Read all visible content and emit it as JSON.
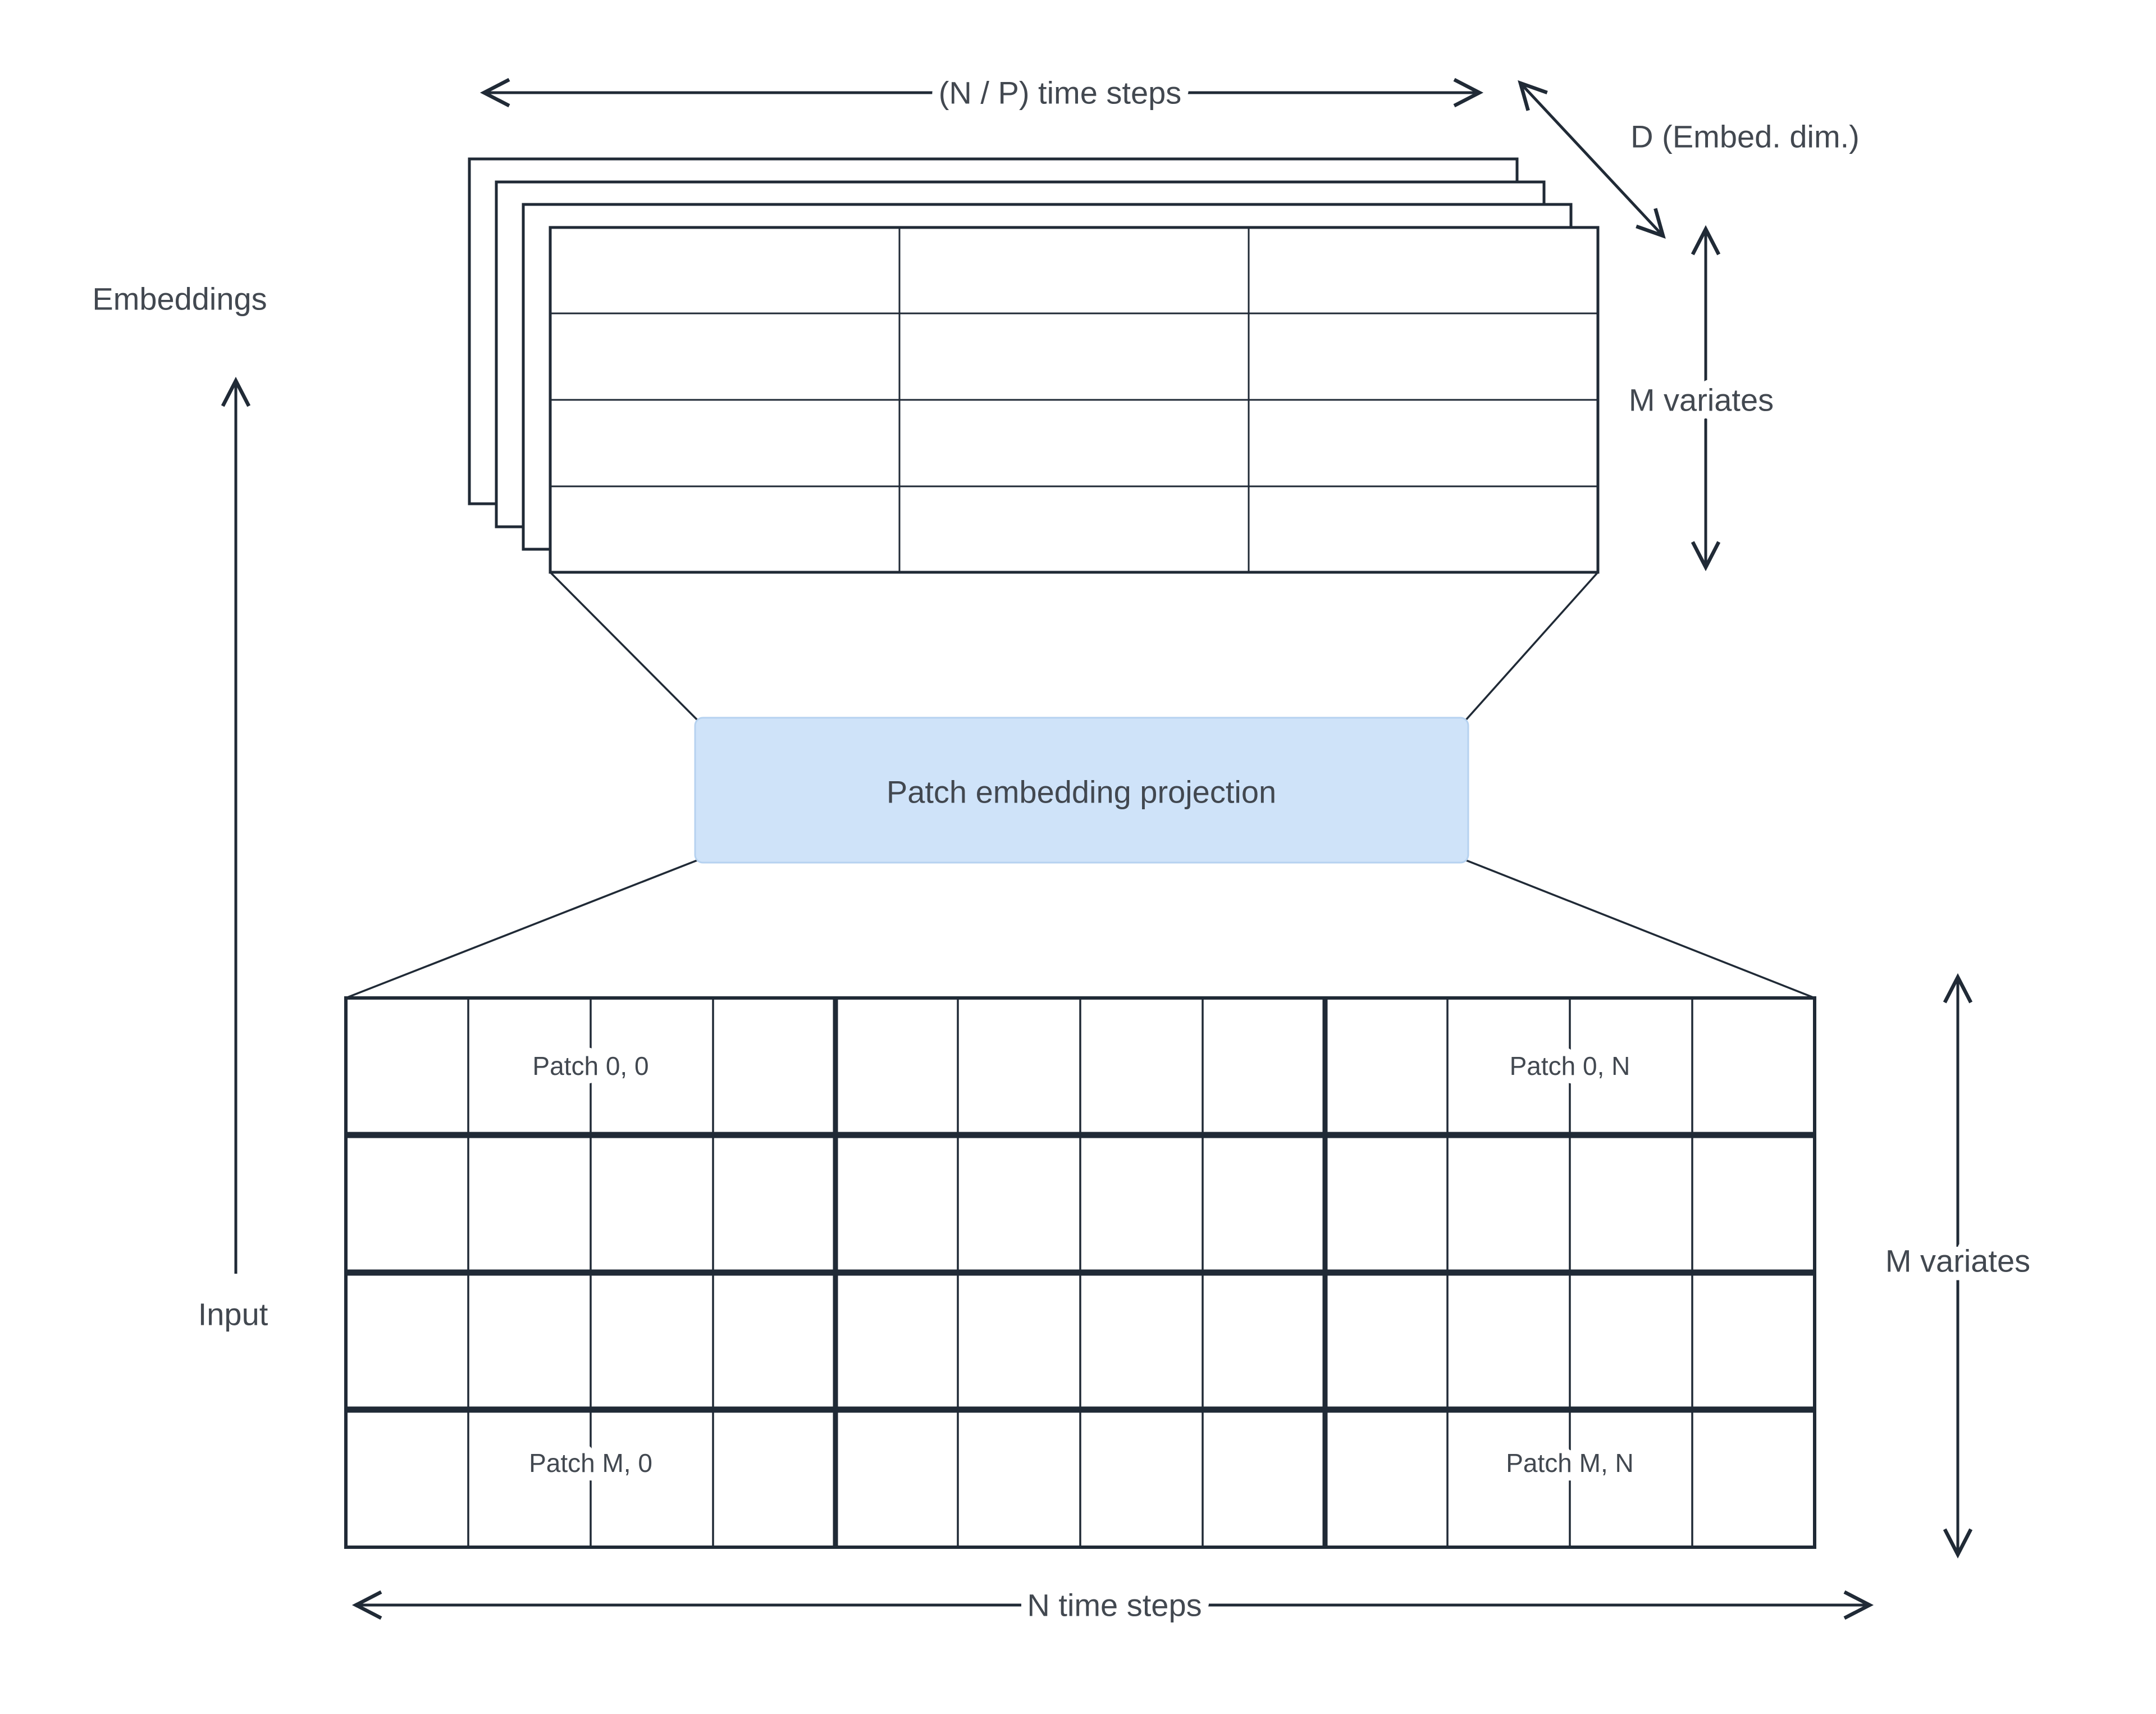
{
  "colors": {
    "background": "#ffffff",
    "line": "#202a36",
    "text": "#424850",
    "box_fill": "#cfe3f9",
    "box_border": "#b6d2f0"
  },
  "embeddings": {
    "axis_label": "Embeddings",
    "time_axis_label": "(N / P) time steps",
    "depth_axis_label": "D (Embed. dim.)",
    "variates_axis_label": "M variates"
  },
  "projection": {
    "label": "Patch embedding projection"
  },
  "input": {
    "axis_label": "Input",
    "time_axis_label": "N time steps",
    "variates_axis_label": "M variates",
    "patch_labels": {
      "top_left": "Patch 0, 0",
      "top_right": "Patch 0, N",
      "bottom_left": "Patch M, 0",
      "bottom_right": "Patch M, N"
    }
  }
}
